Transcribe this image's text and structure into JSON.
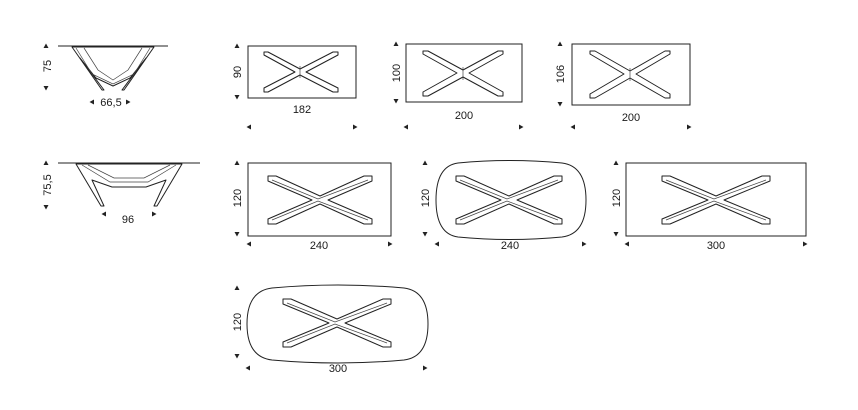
{
  "views": [
    {
      "id": "side-1",
      "height": "75",
      "width": "66,5"
    },
    {
      "id": "top-1",
      "depth": "90",
      "length": "182"
    },
    {
      "id": "top-2",
      "depth": "100",
      "length": "200"
    },
    {
      "id": "top-3",
      "depth": "106",
      "length": "200"
    },
    {
      "id": "side-2",
      "height": "75,5",
      "width": "96"
    },
    {
      "id": "top-4",
      "depth": "120",
      "length": "240"
    },
    {
      "id": "top-5",
      "depth": "120",
      "length": "240"
    },
    {
      "id": "top-6",
      "depth": "120",
      "length": "300"
    },
    {
      "id": "top-7",
      "depth": "120",
      "length": "300"
    }
  ]
}
